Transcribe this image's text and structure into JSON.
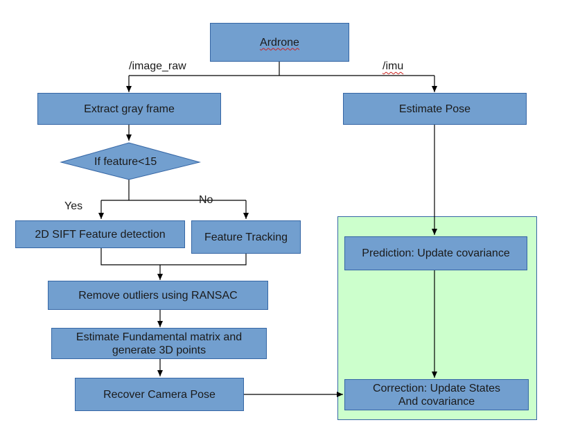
{
  "nodes": {
    "ardrone": "Ardrone",
    "extract_gray_frame": "Extract gray frame",
    "estimate_pose": "Estimate Pose",
    "decision": "If feature<15",
    "sift_detection": "2D SIFT Feature detection",
    "feature_tracking": "Feature Tracking",
    "remove_outliers": "Remove outliers using RANSAC",
    "fundamental_line1": "Estimate Fundamental matrix and",
    "fundamental_line2": "generate 3D points",
    "recover_pose": "Recover Camera Pose",
    "prediction": "Prediction: Update covariance",
    "correction_line1": "Correction: Update States",
    "correction_line2": "And covariance"
  },
  "edge_labels": {
    "image_raw": "/image_raw",
    "imu": "/imu",
    "yes": "Yes",
    "no": "No"
  },
  "colors": {
    "box_fill": "#729fcf",
    "box_border": "#3465a4",
    "panel_fill": "#ccffcc",
    "line": "#000000"
  }
}
